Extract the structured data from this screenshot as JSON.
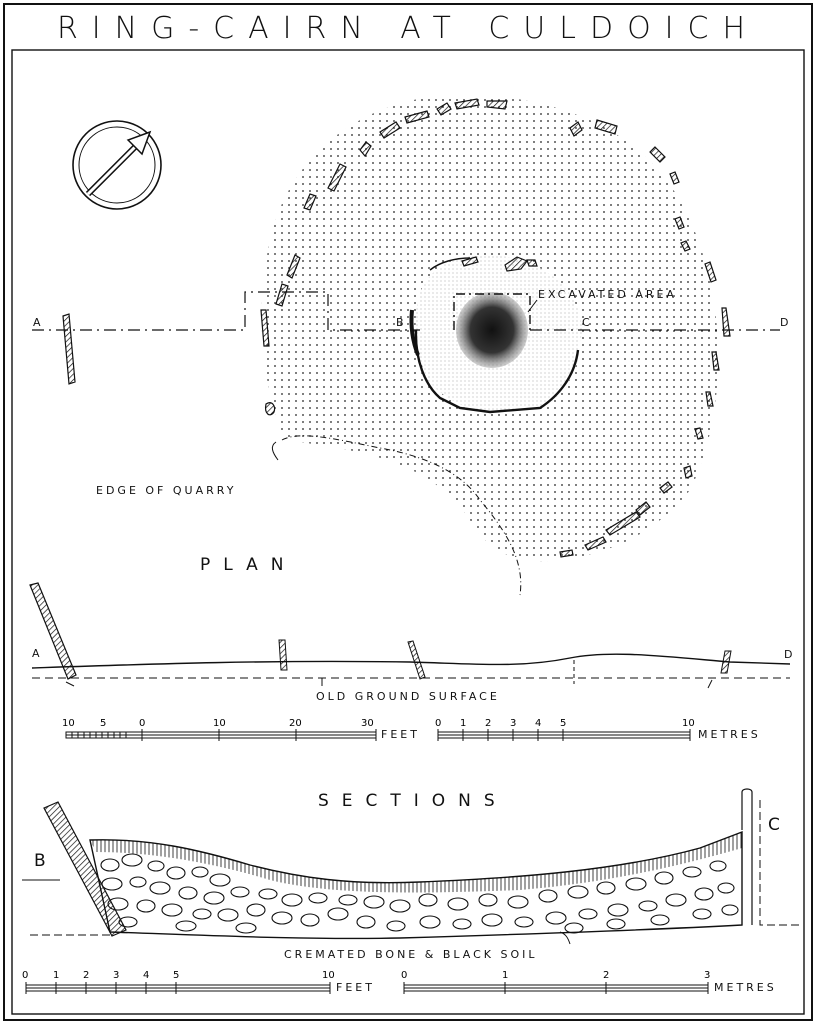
{
  "title": "RING-CAIRN AT CULDOICH",
  "plan": {
    "heading": "PLAN",
    "labels": {
      "a": "A",
      "b": "B",
      "c": "C",
      "d": "D",
      "excavated": "EXCAVATED AREA",
      "quarry": "EDGE OF QUARRY"
    }
  },
  "profile": {
    "a": "A",
    "d": "D",
    "ground": "OLD GROUND SURFACE"
  },
  "scale_top": {
    "feet_ticks": [
      "10",
      "5",
      "0",
      "10",
      "20",
      "30"
    ],
    "feet_unit": "FEET",
    "metre_ticks": [
      "0",
      "1",
      "2",
      "3",
      "4",
      "5",
      "10"
    ],
    "metre_unit": "METRES"
  },
  "sections": {
    "heading": "SECTIONS",
    "b": "B",
    "c": "C",
    "deposit": "CREMATED BONE & BLACK SOIL"
  },
  "scale_bottom": {
    "feet_ticks": [
      "0",
      "1",
      "2",
      "3",
      "4",
      "5",
      "10"
    ],
    "feet_unit": "FEET",
    "metre_ticks": [
      "0",
      "1",
      "2",
      "3"
    ],
    "metre_unit": "METRES"
  },
  "north_arrow": "north-arrow-icon"
}
